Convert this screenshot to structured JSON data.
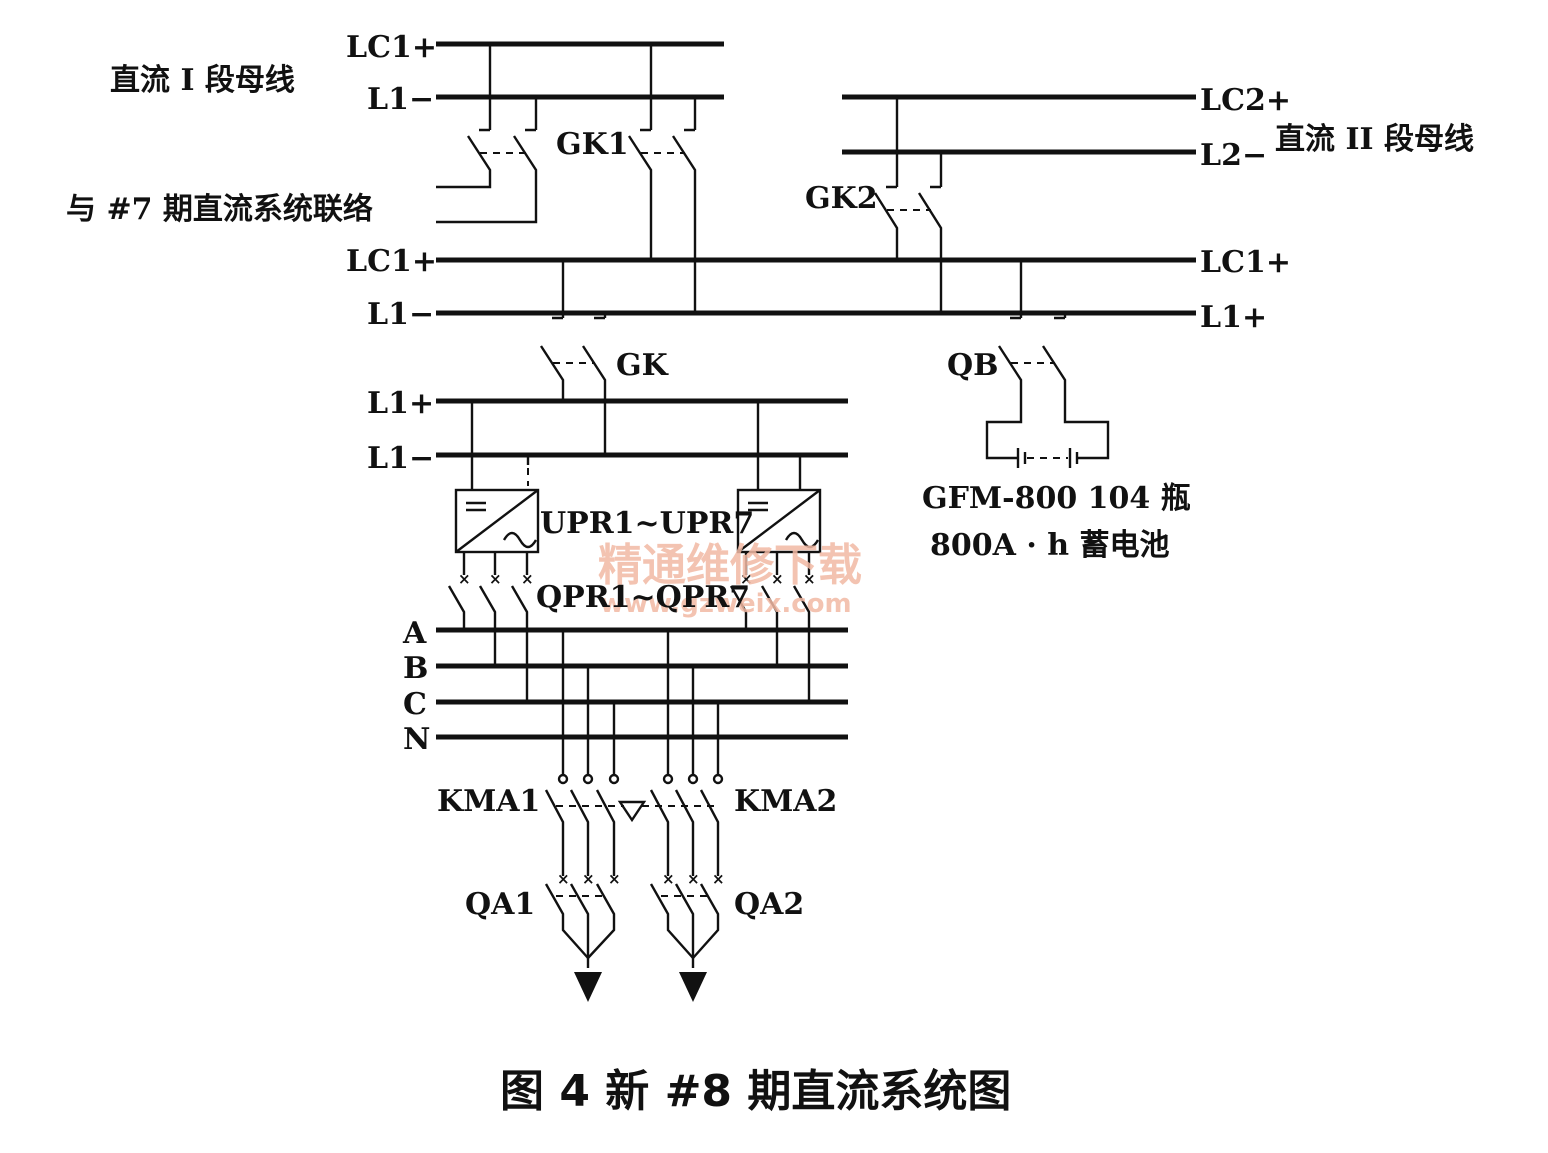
{
  "labels": {
    "bus_lc1p_top": "LC1+",
    "bus_l1m_top": "L1−",
    "dc_section1": "直流 I 段母线",
    "bus_lc2p": "LC2+",
    "bus_l2m": "L2−",
    "dc_section2": "直流 II 段母线",
    "gk1": "GK1",
    "gk2": "GK2",
    "link7": "与 #7 期直流系统联络",
    "bus_lc1p_mid_left": "LC1+",
    "bus_lc1p_mid_right": "LC1+",
    "bus_l1m_mid_left": "L1−",
    "bus_l1p_mid_right": "L1+",
    "gk": "GK",
    "qb": "QB",
    "bus_l1p_low": "L1+",
    "bus_l1m_low": "L1−",
    "battery_line1": "GFM-800 104 瓶",
    "battery_line2": "800A · h 蓄电池",
    "upr": "UPR1~UPR7",
    "qpr": "QPR1~QPR7",
    "phase_a": "A",
    "phase_b": "B",
    "phase_c": "C",
    "phase_n": "N",
    "kma1": "KMA1",
    "kma2": "KMA2",
    "qa1": "QA1",
    "qa2": "QA2"
  },
  "watermark": {
    "line1": "精通维修下载",
    "line2": "www.gzweix.com"
  },
  "caption": "图 4   新 #8 期直流系统图",
  "colors": {
    "line": "#111111",
    "background": "#ffffff",
    "watermark": "#f2b9a4"
  }
}
